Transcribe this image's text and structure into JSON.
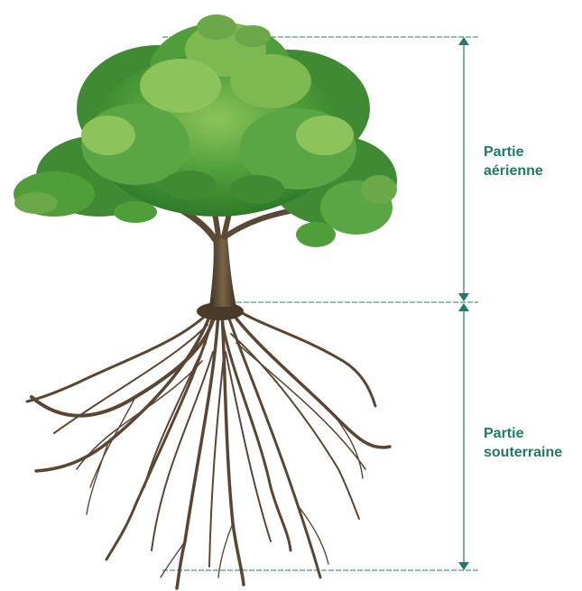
{
  "colors": {
    "accent": "#1f7a67",
    "foliage_dark": "#2f7a2a",
    "foliage_mid": "#4f9e3a",
    "foliage_light": "#8cc35a",
    "trunk": "#5b4a33",
    "roots": "#5a4632"
  },
  "labels": {
    "aerial": {
      "line1": "Partie",
      "line2": "aérienne"
    },
    "underground": {
      "line1": "Partie",
      "line2": "souterraine"
    }
  },
  "images": {
    "tree": "tree-with-roots-illustration"
  }
}
